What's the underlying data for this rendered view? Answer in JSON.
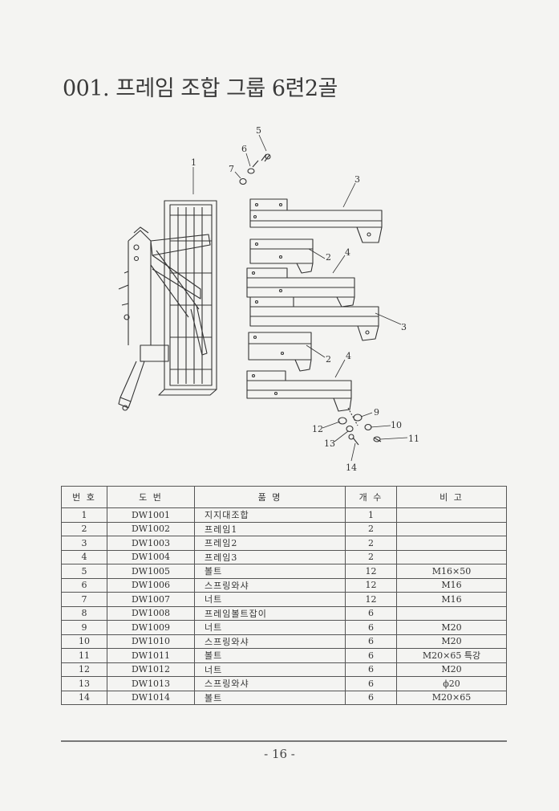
{
  "title": "001. 프레임 조합 그룹 6련2골",
  "callouts": {
    "c1": "1",
    "c2a": "2",
    "c2b": "2",
    "c3a": "3",
    "c3b": "3",
    "c4a": "4",
    "c4b": "4",
    "c5": "5",
    "c6": "6",
    "c7": "7",
    "c9": "9",
    "c10": "10",
    "c11": "11",
    "c12": "12",
    "c13": "13",
    "c14": "14"
  },
  "table": {
    "headers": {
      "no": "번 호",
      "dwg": "도 번",
      "name": "품 명",
      "qty": "개 수",
      "note": "비 고"
    },
    "rows": [
      {
        "no": "1",
        "dwg": "DW1001",
        "name": "지지대조합",
        "qty": "1",
        "note": ""
      },
      {
        "no": "2",
        "dwg": "DW1002",
        "name": "프레임1",
        "qty": "2",
        "note": ""
      },
      {
        "no": "3",
        "dwg": "DW1003",
        "name": "프레임2",
        "qty": "2",
        "note": ""
      },
      {
        "no": "4",
        "dwg": "DW1004",
        "name": "프레임3",
        "qty": "2",
        "note": ""
      },
      {
        "no": "5",
        "dwg": "DW1005",
        "name": "볼트",
        "qty": "12",
        "note": "M16×50"
      },
      {
        "no": "6",
        "dwg": "DW1006",
        "name": "스프링와샤",
        "qty": "12",
        "note": "M16"
      },
      {
        "no": "7",
        "dwg": "DW1007",
        "name": "너트",
        "qty": "12",
        "note": "M16"
      },
      {
        "no": "8",
        "dwg": "DW1008",
        "name": "프레임볼트잡이",
        "qty": "6",
        "note": ""
      },
      {
        "no": "9",
        "dwg": "DW1009",
        "name": "너트",
        "qty": "6",
        "note": "M20"
      },
      {
        "no": "10",
        "dwg": "DW1010",
        "name": "스프링와샤",
        "qty": "6",
        "note": "M20"
      },
      {
        "no": "11",
        "dwg": "DW1011",
        "name": "볼트",
        "qty": "6",
        "note": "M20×65 특강"
      },
      {
        "no": "12",
        "dwg": "DW1012",
        "name": "너트",
        "qty": "6",
        "note": "M20"
      },
      {
        "no": "13",
        "dwg": "DW1013",
        "name": "스프링와샤",
        "qty": "6",
        "note": "ϕ20"
      },
      {
        "no": "14",
        "dwg": "DW1014",
        "name": "볼트",
        "qty": "6",
        "note": "M20×65"
      }
    ]
  },
  "page_number": "- 16 -"
}
